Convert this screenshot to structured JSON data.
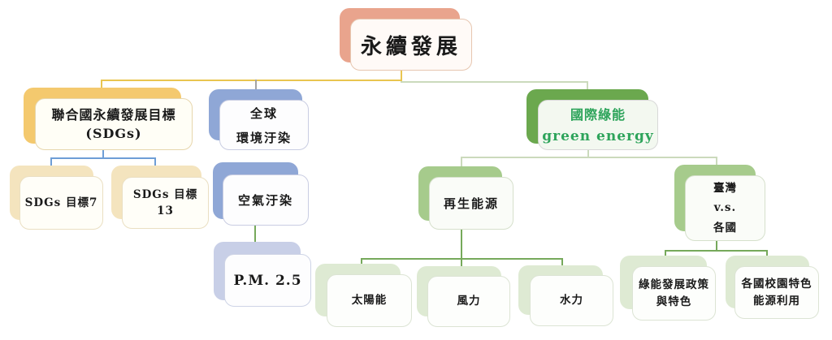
{
  "palette": {
    "salmon": "#E9A48D",
    "gold": "#F4C96E",
    "cream": "#F4E4BE",
    "blue": "#8FA7D6",
    "lavender": "#C8CFE7",
    "green-dark": "#6BA84E",
    "green-mid": "#A6CB8C",
    "green-light": "#DEEAD3",
    "green-text": "#2EA45B",
    "line-gold": "#E9C550",
    "line-gray": "#A3A3A3",
    "line-blue": "#6E9ED6",
    "line-green": "#76A95B",
    "line-pale": "#CBDABC"
  },
  "nodes": {
    "root": {
      "line1": "永續發展"
    },
    "un_sdgs": {
      "line1": "聯合國永續發展目標",
      "line2": "(SDGs)"
    },
    "sdg7": {
      "line1": "SDGs 目標7"
    },
    "sdg13": {
      "line1": "SDGs 目標",
      "line2": "13"
    },
    "global_pollution": {
      "line1": "全球",
      "line2": "環境汙染"
    },
    "air_pollution": {
      "line1": "空氣汙染"
    },
    "pm25": {
      "line1": "P.M. 2.5"
    },
    "intl_green": {
      "line1": "國際綠能",
      "line2": "green energy"
    },
    "renewable": {
      "line1": "再生能源"
    },
    "taiwan_vs": {
      "line1": "臺灣",
      "line2": "v.s.",
      "line3": "各國"
    },
    "solar": {
      "line1": "太陽能"
    },
    "wind": {
      "line1": "風力"
    },
    "hydro": {
      "line1": "水力"
    },
    "policy": {
      "line1": "綠能發展政策",
      "line2": "與特色"
    },
    "campus": {
      "line1": "各國校園特色",
      "line2": "能源利用"
    }
  }
}
